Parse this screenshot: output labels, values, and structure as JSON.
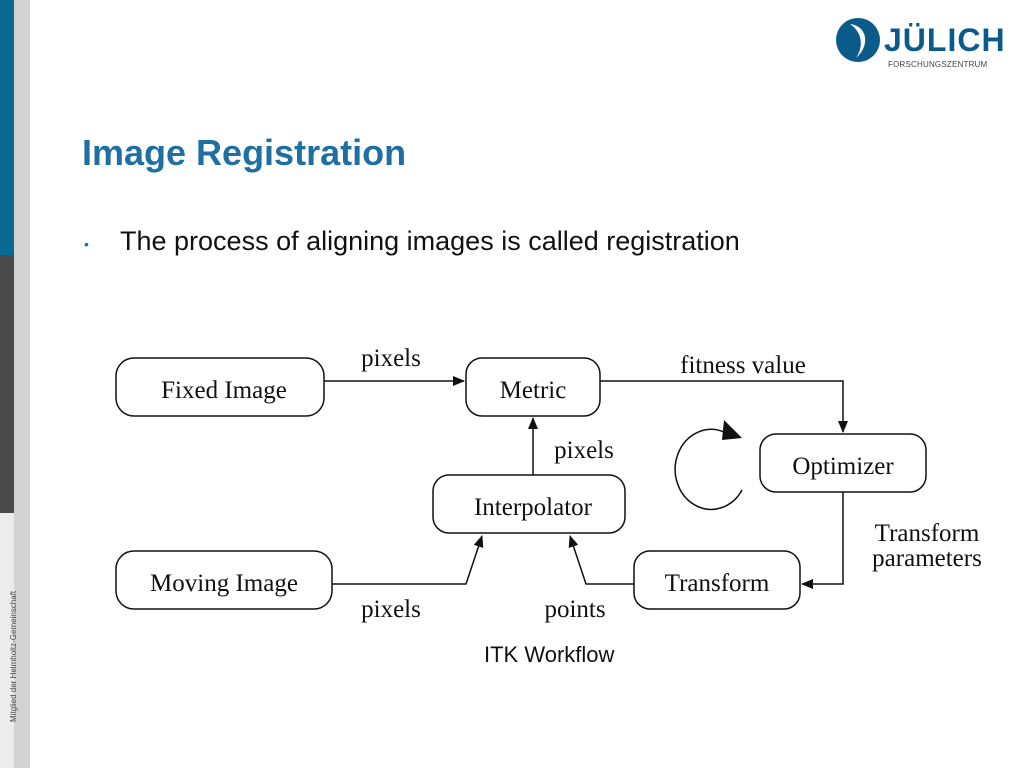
{
  "logo": {
    "name": "JÜLICH",
    "subtitle": "FORSCHUNGSZENTRUM"
  },
  "sidebar": {
    "note": "Mitglied der Helmholtz-Gemeinschaft"
  },
  "slide": {
    "title": "Image Registration",
    "bullets": [
      "The process of aligning images is called registration"
    ],
    "caption": "ITK Workflow"
  },
  "diagram": {
    "nodes": {
      "fixed_image": "Fixed Image",
      "metric": "Metric",
      "optimizer": "Optimizer",
      "interpolator": "Interpolator",
      "moving_image": "Moving Image",
      "transform": "Transform"
    },
    "edge_labels": {
      "fixed_to_metric": "pixels",
      "metric_to_optimizer": "fitness value",
      "interpolator_to_metric": "pixels",
      "optimizer_to_transform_line1": "Transform",
      "optimizer_to_transform_line2": "parameters",
      "moving_to_interpolator": "pixels",
      "transform_to_interpolator": "points"
    }
  },
  "colors": {
    "title": "#1f6fa3",
    "brand": "#0a5a8a",
    "sidebar_blue": "#0a6a93",
    "sidebar_dark": "#4a4a4a"
  }
}
